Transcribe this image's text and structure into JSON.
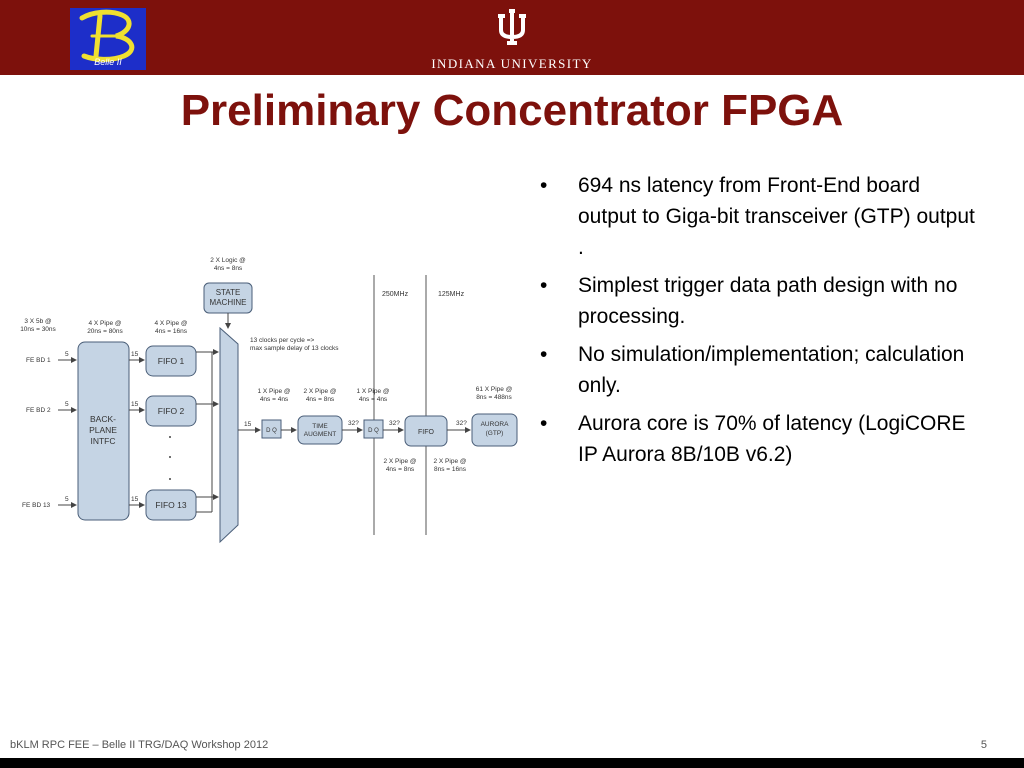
{
  "header": {
    "belle_logo_text": "Belle II",
    "university_name": "INDIANA UNIVERSITY"
  },
  "slide": {
    "title": "Preliminary Concentrator FPGA"
  },
  "diagram": {
    "state_machine_label": [
      "STATE",
      "MACHINE"
    ],
    "state_machine_note": [
      "2 X Logic @",
      "4ns = 8ns"
    ],
    "input_note": [
      "3 X 5b @",
      "10ns = 30ns"
    ],
    "backplane_note": [
      "4 X Pipe @",
      "20ns = 80ns"
    ],
    "fifo_note": [
      "4 X Pipe @",
      "4ns = 16ns"
    ],
    "backplane_label": [
      "BACK-",
      "PLANE",
      "INTFC"
    ],
    "fe_boards": [
      "FE BD 1",
      "FE BD 2",
      "FE BD 13"
    ],
    "fifos": [
      "FIFO 1",
      "FIFO 2",
      "FIFO 13"
    ],
    "bus_widths": {
      "input": "5",
      "fifo": "15",
      "mux_out": "15",
      "wide": "32?"
    },
    "clock_domains": [
      "250MHz",
      "125MHz"
    ],
    "clock_note": [
      "13 clocks per cycle =>",
      "max sample delay of 13 clocks"
    ],
    "dq_label": "D Q",
    "dq1_note": [
      "1 X Pipe @",
      "4ns = 4ns"
    ],
    "time_augment_note": [
      "2 X Pipe @",
      "4ns = 8ns"
    ],
    "dq2_note": [
      "1 X Pipe @",
      "4ns = 4ns"
    ],
    "time_augment_label": [
      "TIME",
      "AUGMENT"
    ],
    "fifo_label": "FIFO",
    "fifo_note_left": [
      "2 X Pipe @",
      "4ns = 8ns"
    ],
    "fifo_note_right": [
      "2 X Pipe @",
      "8ns = 16ns"
    ],
    "aurora_label": [
      "AURORA",
      "(GTP)"
    ],
    "aurora_note": [
      "61 X Pipe @",
      "8ns = 488ns"
    ]
  },
  "bullets": [
    "694 ns latency from Front-End board output to Giga-bit transceiver (GTP) output .",
    "Simplest trigger data path design with no processing.",
    "No simulation/implementation; calculation only.",
    "Aurora core is 70% of latency (LogiCORE IP Aurora 8B/10B v6.2)"
  ],
  "bullet_symbol": "•",
  "footer": {
    "text": "bKLM RPC FEE – Belle II TRG/DAQ Workshop 2012",
    "page": "5"
  },
  "colors": {
    "header_band": "#7d110c",
    "title": "#7d110c",
    "block_fill": "#c5d4e4",
    "belle_blue": "#1d2ec9",
    "belle_yellow": "#f0e030"
  }
}
